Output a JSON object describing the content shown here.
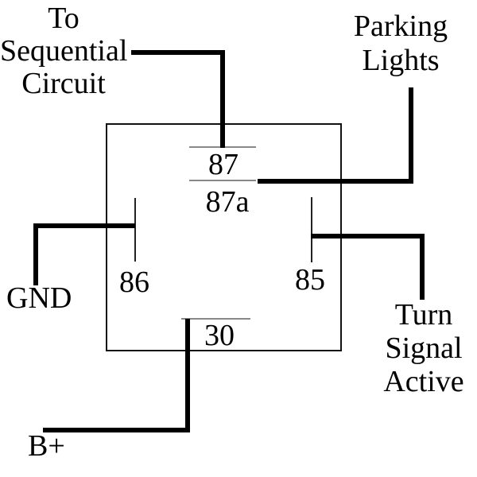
{
  "diagram": {
    "type": "relay-wiring-diagram",
    "colors": {
      "background": "#ffffff",
      "wire": "#000000",
      "pin_blade_horizontal": "#888888",
      "pin_blade_vertical": "#222222",
      "box_border": "#111111",
      "text": "#000000"
    },
    "labels": {
      "sequential": {
        "lines": [
          "To",
          "Sequential",
          "Circuit"
        ]
      },
      "parking": {
        "lines": [
          "Parking",
          "Lights"
        ]
      },
      "gnd": {
        "text": "GND"
      },
      "turn": {
        "lines": [
          "Turn",
          "Signal",
          "Active"
        ]
      },
      "bplus": {
        "text": "B+"
      }
    },
    "pins": {
      "p87": "87",
      "p87a": "87a",
      "p86": "86",
      "p85": "85",
      "p30": "30"
    },
    "connections": [
      {
        "pin": "87",
        "connects_to": "To Sequential Circuit"
      },
      {
        "pin": "87a",
        "connects_to": "Parking Lights"
      },
      {
        "pin": "86",
        "connects_to": "GND"
      },
      {
        "pin": "85",
        "connects_to": "Turn Signal Active"
      },
      {
        "pin": "30",
        "connects_to": "B+"
      }
    ]
  }
}
